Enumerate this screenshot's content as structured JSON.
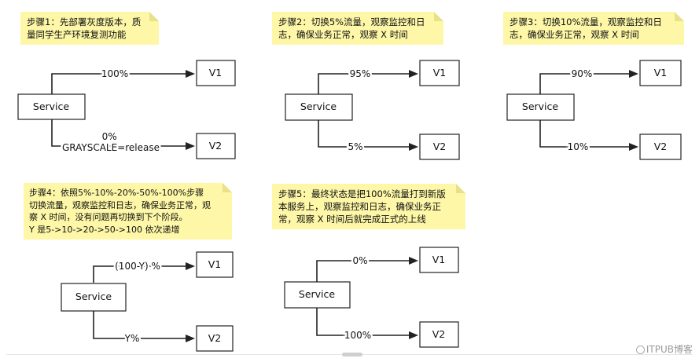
{
  "colors": {
    "note_bg": "#fdf7a7",
    "stroke": "#222222",
    "watermark": "#9a9a9a"
  },
  "steps": [
    {
      "note": "步骤1：先部署灰度版本，质\n量同学生产环境复测功能",
      "service": "Service",
      "v1": "V1",
      "v2": "V2",
      "upper_label": "100%",
      "lower_label": "0%\nGRAYSCALE=release"
    },
    {
      "note": "步骤2：切换5%流量，观察监控和日\n志，确保业务正常，观察 X 时间",
      "service": "Service",
      "v1": "V1",
      "v2": "V2",
      "upper_label": "95%",
      "lower_label": "5%"
    },
    {
      "note": "步骤3：切换10%流量，观察监控和日\n志，确保业务正常，观察 X 时间",
      "service": "Service",
      "v1": "V1",
      "v2": "V2",
      "upper_label": "90%",
      "lower_label": "10%"
    },
    {
      "note": "步骤4：依照5%-10%-20%-50%-100%步骤\n切换流量，观察监控和日志，确保业务正常，观\n察 X 时间，没有问题再切换到下个阶段。\nY 是5->10->20->50->100 依次递增",
      "service": "Service",
      "v1": "V1",
      "v2": "V2",
      "upper_label": "(100-Y) %",
      "lower_label": "Y%"
    },
    {
      "note": "步骤5：最终状态是把100%流量打到新版\n本服务上，观察监控和日志，确保业务正\n常，观察 X 时间后就完成正式的上线",
      "service": "Service",
      "v1": "V1",
      "v2": "V2",
      "upper_label": "0%",
      "lower_label": "100%"
    }
  ],
  "watermark": "@ITPUB博客"
}
